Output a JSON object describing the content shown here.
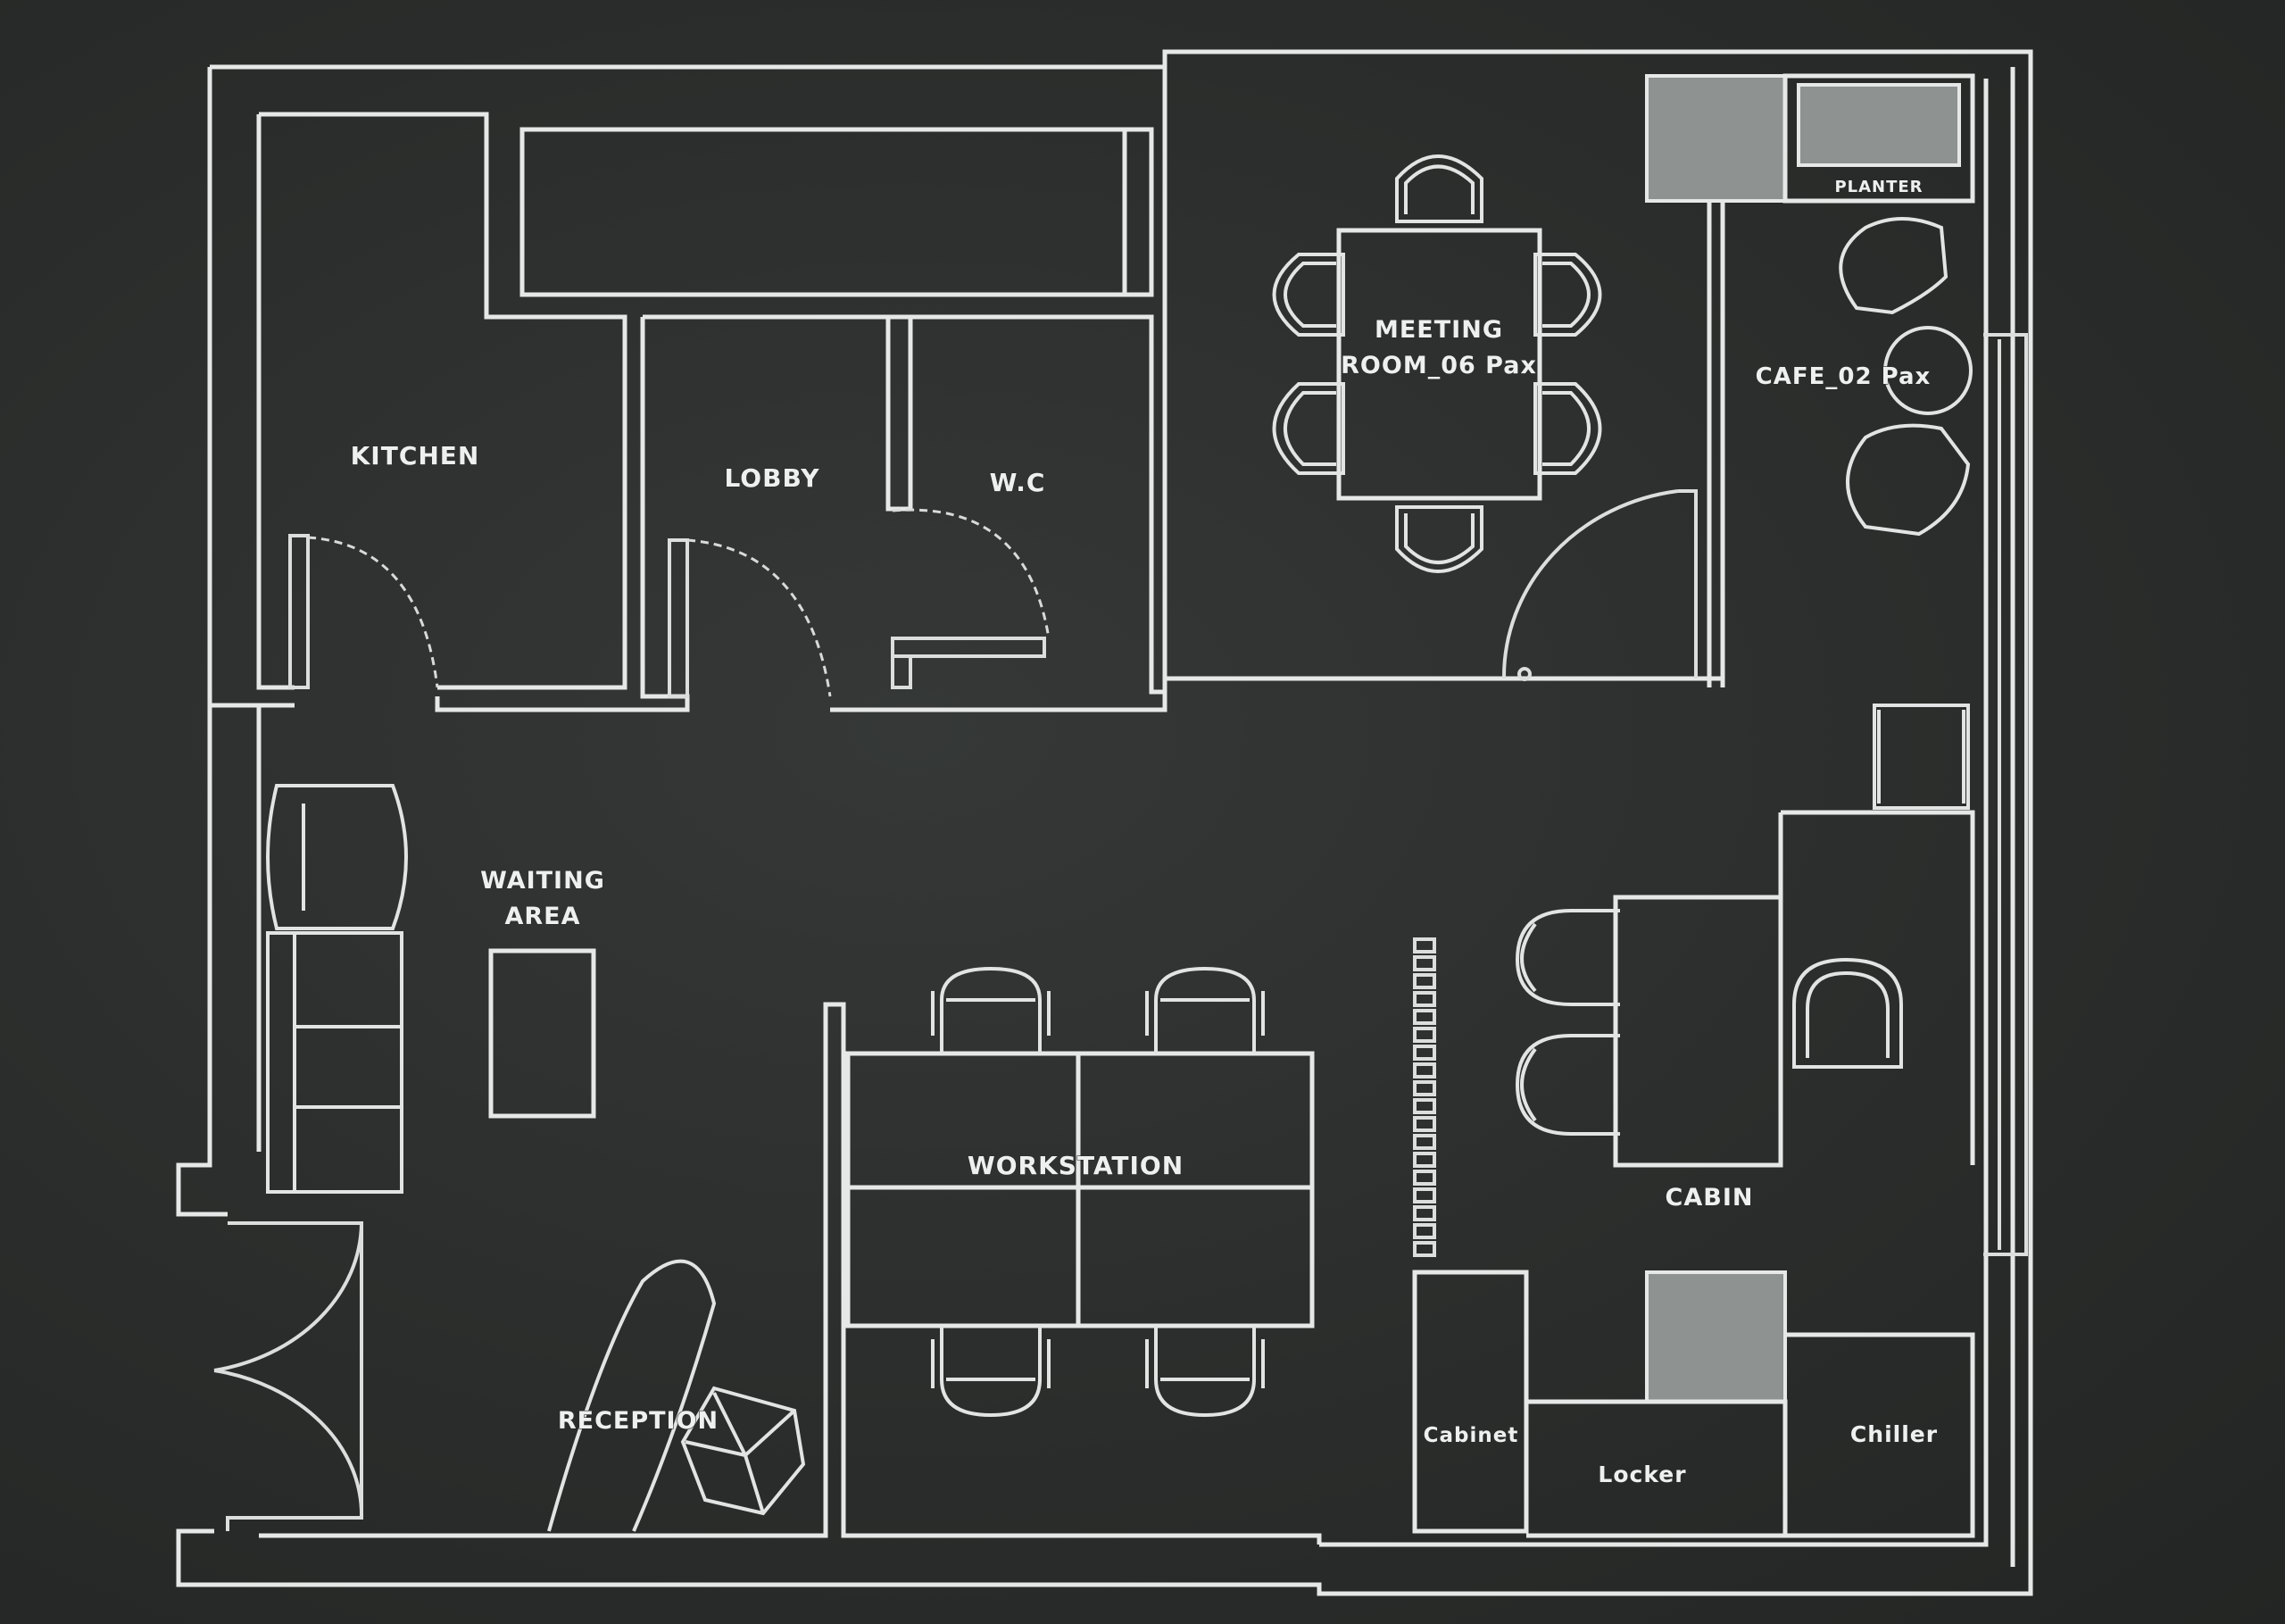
{
  "rooms": {
    "kitchen": "KITCHEN",
    "lobby": "LOBBY",
    "wc": "W.C",
    "meeting_line1": "MEETING",
    "meeting_line2": "ROOM_06 Pax",
    "cafe": "CAFE_02 Pax",
    "waiting_line1": "WAITING",
    "waiting_line2": "AREA",
    "workstation": "WORKSTATION",
    "cabin": "CABIN",
    "reception": "RECEPTION",
    "cabinet": "Cabinet",
    "locker": "Locker",
    "chiller": "Chiller",
    "planter": "PLANTER"
  },
  "colors": {
    "background": "#2a2c2b",
    "chalk": "#e6e8e8",
    "hatch": "#8e9291"
  }
}
